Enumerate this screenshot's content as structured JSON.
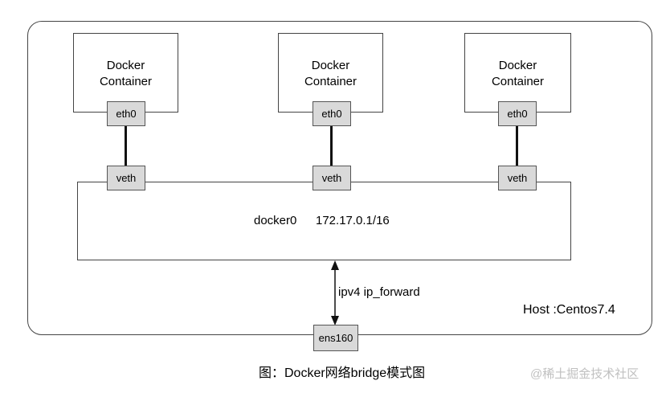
{
  "containers": [
    {
      "line1": "Docker",
      "line2": "Container",
      "eth": "eth0",
      "veth": "veth"
    },
    {
      "line1": "Docker",
      "line2": "Container",
      "eth": "eth0",
      "veth": "veth"
    },
    {
      "line1": "Docker",
      "line2": "Container",
      "eth": "eth0",
      "veth": "veth"
    }
  ],
  "bridge": {
    "name": "docker0",
    "ip": "172.17.0.1/16"
  },
  "forward_label": "ipv4 ip_forward",
  "host_label": "Host :Centos7.4",
  "nic": "ens160",
  "caption": "图：Docker网络bridge模式图",
  "watermark": "@稀土掘金技术社区"
}
